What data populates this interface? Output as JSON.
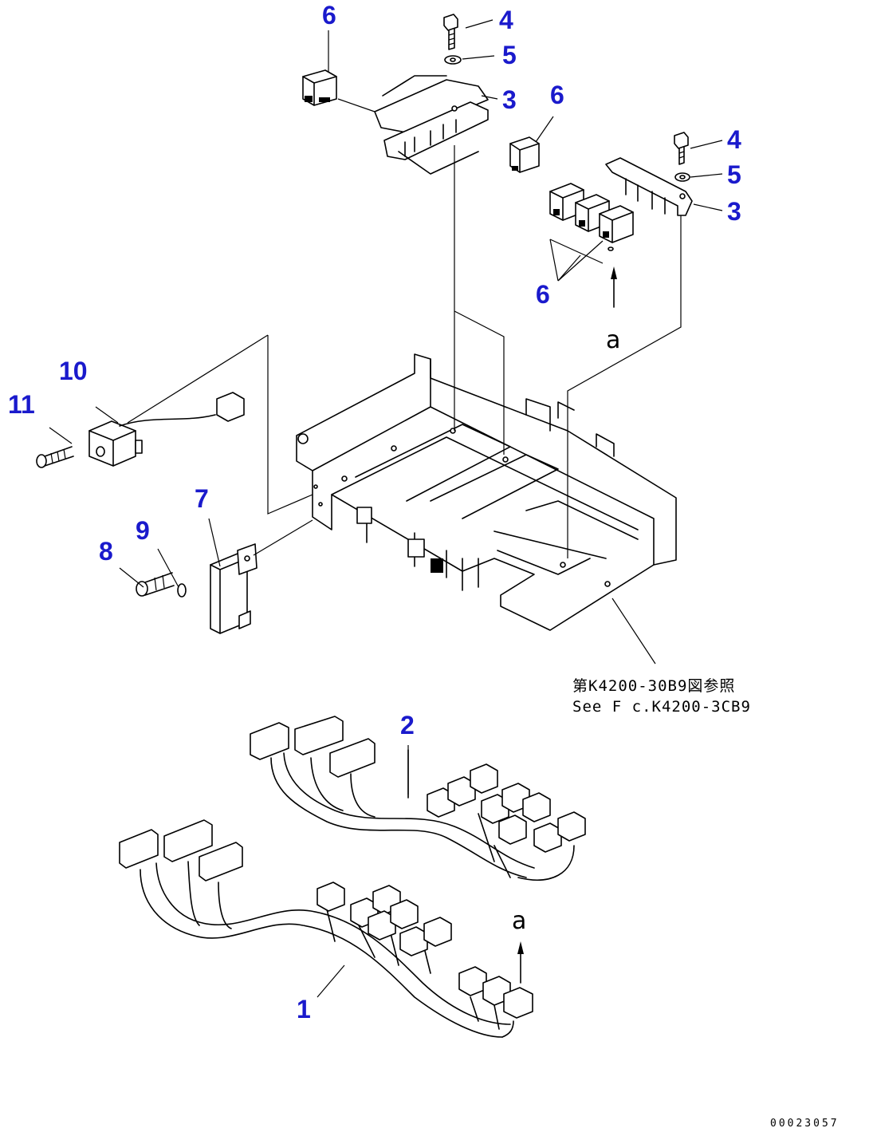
{
  "callouts": [
    {
      "id": "c4a",
      "label": "4"
    },
    {
      "id": "c5a",
      "label": "5"
    },
    {
      "id": "c6a",
      "label": "6"
    },
    {
      "id": "c3a",
      "label": "3"
    },
    {
      "id": "c6b",
      "label": "6"
    },
    {
      "id": "c4b",
      "label": "4"
    },
    {
      "id": "c5b",
      "label": "5"
    },
    {
      "id": "c3b",
      "label": "3"
    },
    {
      "id": "c6c",
      "label": "6"
    },
    {
      "id": "c10",
      "label": "10"
    },
    {
      "id": "c11",
      "label": "11"
    },
    {
      "id": "c7",
      "label": "7"
    },
    {
      "id": "c9",
      "label": "9"
    },
    {
      "id": "c8",
      "label": "8"
    },
    {
      "id": "c2",
      "label": "2"
    },
    {
      "id": "c1",
      "label": "1"
    }
  ],
  "view_arrows": {
    "upper": "a",
    "lower": "a"
  },
  "reference": {
    "line1": "第K4200-30B9図参照",
    "line2": "See F c.K4200-3CB9"
  },
  "drawing_number": "00023057",
  "colors": {
    "callout": "#1a1acc",
    "line": "#000000",
    "background": "#ffffff"
  }
}
